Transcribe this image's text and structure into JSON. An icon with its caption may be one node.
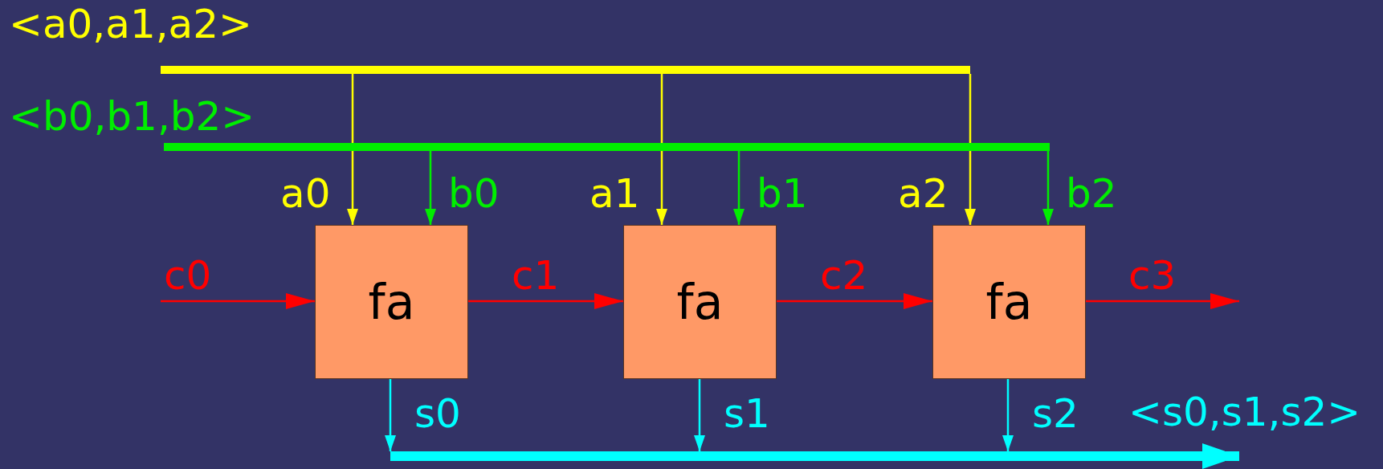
{
  "diagram": {
    "nodes": [
      {
        "text": [
          "<a0,a1,a2>"
        ]
      },
      {
        "text": [
          "<b0,b1,b2>"
        ]
      },
      {
        "text": [
          "fa"
        ]
      },
      {
        "text": [
          "fa"
        ]
      },
      {
        "text": [
          "fa"
        ]
      },
      {
        "text": [],
        "shape": "bar"
      }
    ],
    "labels": [
      "<s0,s1,s2>"
    ],
    "edges": [
      {
        "from": 0,
        "to": 2,
        "arrow": "to",
        "label": "a0",
        "color": "#ffff00"
      },
      {
        "from": 0,
        "to": 3,
        "arrow": "to",
        "label": "a1",
        "color": "#ffff00"
      },
      {
        "from": 0,
        "to": 4,
        "arrow": "to",
        "label": "a2",
        "color": "#ffff00"
      },
      {
        "from": 1,
        "to": 2,
        "arrow": "to",
        "label": "b0",
        "color": "#00ee00"
      },
      {
        "from": 1,
        "to": 3,
        "arrow": "to",
        "label": "b1",
        "color": "#00ee00"
      },
      {
        "from": 1,
        "to": 4,
        "arrow": "to",
        "label": "b2",
        "color": "#00ee00"
      },
      {
        "from": null,
        "to": 2,
        "arrow": "to",
        "label": "c0",
        "color": "#ff0000"
      },
      {
        "from": 2,
        "to": 3,
        "arrow": "to",
        "label": "c1",
        "color": "#ff0000"
      },
      {
        "from": 3,
        "to": 4,
        "arrow": "to",
        "label": "c2",
        "color": "#ff0000"
      },
      {
        "from": 4,
        "to": null,
        "arrow": "to",
        "label": "c3",
        "color": "#ff0000"
      },
      {
        "from": 2,
        "to": 5,
        "arrow": "to",
        "label": "s0",
        "color": "#00ffff"
      },
      {
        "from": 3,
        "to": 5,
        "arrow": "to",
        "label": "s1",
        "color": "#00ffff"
      },
      {
        "from": 4,
        "to": 5,
        "arrow": "to",
        "label": "s2",
        "color": "#00ffff"
      },
      {
        "from": 5,
        "to": null,
        "arrow": "to",
        "style": "thick",
        "color": "#00ffff"
      }
    ]
  }
}
